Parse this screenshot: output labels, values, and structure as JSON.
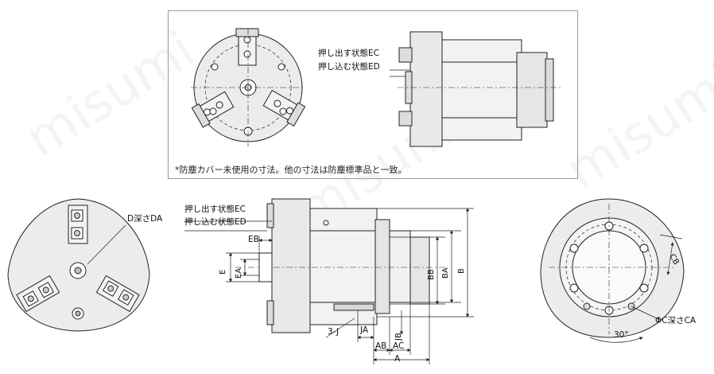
{
  "note_top": "*防塵カバー未使用の寸法。他の寸法は防塵標準品と一致。",
  "top_labels": {
    "push_out": "押し出す状態EC",
    "push_in": "押し込む状態ED"
  },
  "left_view": {
    "depth_label": "D深さDA"
  },
  "side_view": {
    "push_out": "押し出す状態EC",
    "push_in": "押し込む状態ED",
    "EB": "EB",
    "E": "E",
    "EA": "EA",
    "BB": "BB",
    "BA": "BA",
    "B": "B",
    "thread": "3-J",
    "JA": "JA",
    "JB": "JB",
    "AB": "AB",
    "AC": "AC",
    "A": "A"
  },
  "right_view": {
    "CB": "CB",
    "depth_label": "ΦC深さCA",
    "angle": "30°"
  },
  "watermark": "misumi",
  "colors": {
    "line": "#222222",
    "body_fill": "#e9e9e9",
    "dark_fill": "#cfcfcf"
  }
}
